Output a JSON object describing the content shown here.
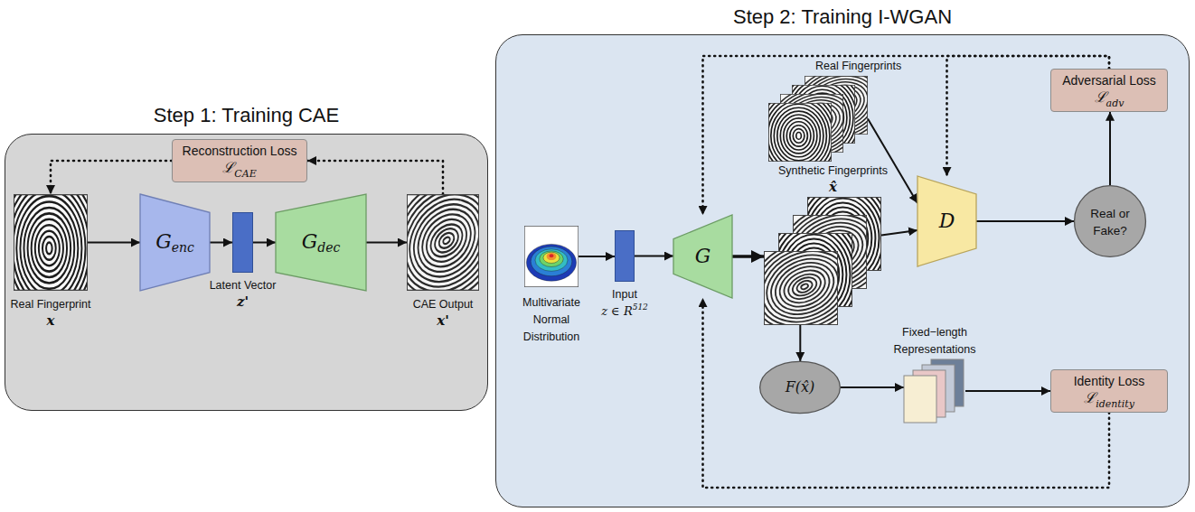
{
  "diagram": {
    "nodes": [
      {
        "text": [
          "Step 1: Training CAE"
        ]
      },
      {
        "text": [
          "Reconstruction Loss",
          "ℒ",
          "CAE"
        ],
        "in": 0
      },
      {
        "text": [
          "Real Fingerprint",
          "x"
        ],
        "in": 0
      },
      {
        "text": [
          "G",
          "enc"
        ],
        "in": 0
      },
      {
        "text": [
          "Latent Vector",
          "z'"
        ],
        "in": 0
      },
      {
        "text": [
          "G",
          "dec"
        ],
        "in": 0
      },
      {
        "text": [
          "CAE Output",
          "x'"
        ],
        "in": 0
      },
      {
        "text": [
          "Step 2: Training I-WGAN"
        ]
      },
      {
        "text": [
          "Adversarial Loss",
          "ℒ",
          "adv"
        ],
        "in": 7
      },
      {
        "text": [
          "Real Fingerprints"
        ],
        "in": 7
      },
      {
        "text": [
          "Multivariate Normal Distribution"
        ],
        "in": 7
      },
      {
        "text": [
          "Input",
          "z ∈ R",
          "512"
        ],
        "in": 7
      },
      {
        "text": [
          "G"
        ],
        "in": 7
      },
      {
        "text": [
          "Synthetic Fingerprints",
          "x̂"
        ],
        "in": 7
      },
      {
        "text": [
          "D"
        ],
        "in": 7
      },
      {
        "text": [
          "Real or Fake?"
        ],
        "in": 7
      },
      {
        "text": [
          "F(x̂)"
        ],
        "in": 7
      },
      {
        "text": [
          "Fixed−length Representations"
        ],
        "in": 7
      },
      {
        "text": [
          "Identity Loss",
          "ℒ",
          "identity"
        ],
        "in": 7
      }
    ],
    "edges": [
      {
        "from": 1,
        "to": 2,
        "arrow": "to"
      },
      {
        "from": 2,
        "to": 3,
        "arrow": "to"
      },
      {
        "from": 3,
        "to": 4,
        "arrow": "to"
      },
      {
        "from": 4,
        "to": 5,
        "arrow": "to"
      },
      {
        "from": 5,
        "to": 6,
        "arrow": "to"
      },
      {
        "from": 6,
        "to": 1,
        "arrow": "to"
      },
      {
        "from": 10,
        "to": 11,
        "arrow": "to"
      },
      {
        "from": 11,
        "to": 12,
        "arrow": "to"
      },
      {
        "from": 12,
        "to": 13,
        "arrow": "to"
      },
      {
        "from": 9,
        "to": 14,
        "arrow": "to"
      },
      {
        "from": 13,
        "to": 14,
        "arrow": "to"
      },
      {
        "from": 14,
        "to": 15,
        "arrow": "to"
      },
      {
        "from": 15,
        "to": 8,
        "arrow": "to"
      },
      {
        "from": 8,
        "to": 14,
        "arrow": "to"
      },
      {
        "from": 8,
        "to": 12,
        "arrow": "to"
      },
      {
        "from": 13,
        "to": 16,
        "arrow": "to"
      },
      {
        "from": 16,
        "to": 17,
        "arrow": "to"
      },
      {
        "from": 17,
        "to": 18,
        "arrow": "to"
      },
      {
        "from": 18,
        "to": 12,
        "arrow": "to"
      }
    ]
  }
}
